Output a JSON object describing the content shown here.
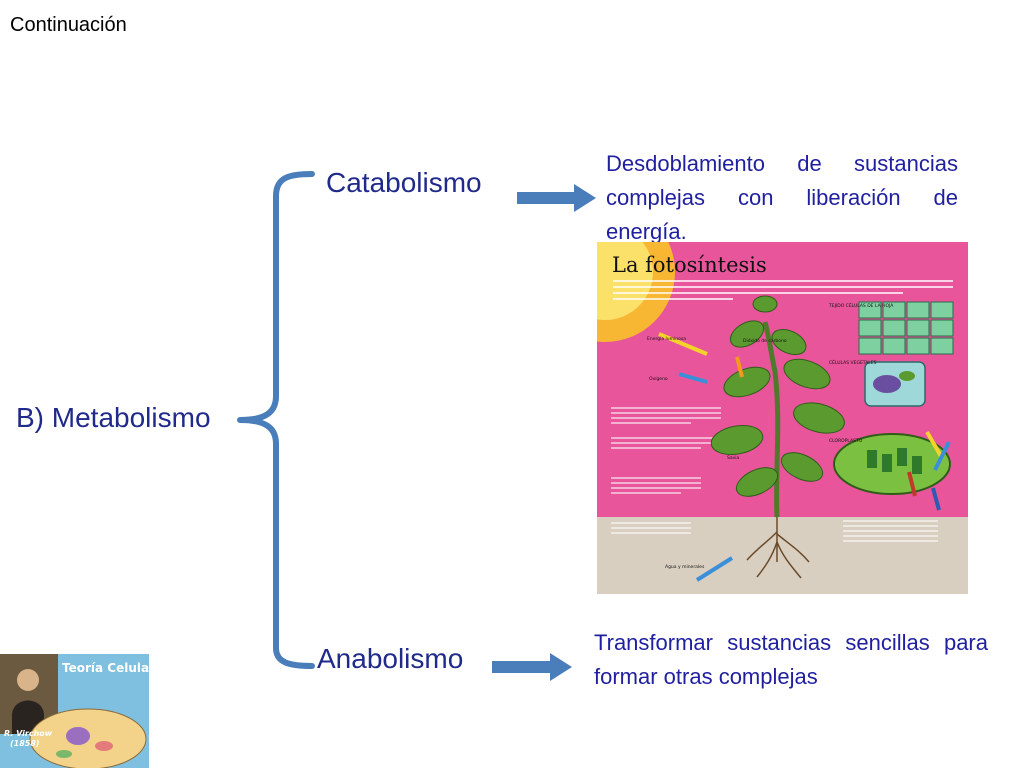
{
  "slide": {
    "corner_title": "Continuación",
    "main_label": "B) Metabolismo"
  },
  "catabolism": {
    "label": "Catabolismo",
    "definition": "Desdoblamiento de sustancias complejas con liberación de energía."
  },
  "anabolism": {
    "label": "Anabolismo",
    "definition": "Transformar sustancias sencillas para formar otras complejas"
  },
  "photo_card": {
    "title": "La fotosíntesis",
    "labels": {
      "light": "Energía luminosa",
      "co2": "Dióxido de carbono",
      "oxygen": "Oxígeno",
      "leaf_cells": "TEJIDO CÉLULAS DE LA HOJA",
      "plant_cells": "CÉLULAS VEGETALES",
      "chloroplast": "CLOROPLASTO",
      "water": "Agua y minerales",
      "sap": "Savia"
    }
  },
  "thumbnail": {
    "title": "Teoría Celular",
    "author": "R. Virchow",
    "year": "(1858)"
  },
  "colors": {
    "accent_blue": "#4a7ebb",
    "text_blue": "#1f2a8a",
    "poster_pink": "#e8559b",
    "soil": "#d8cfc0"
  }
}
